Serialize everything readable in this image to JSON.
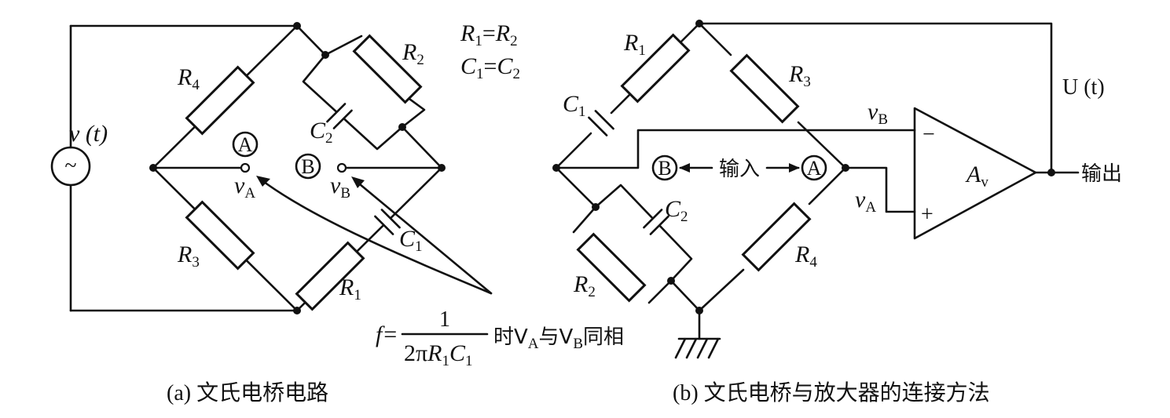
{
  "diagram_a": {
    "caption": "(a) 文氏电桥电路",
    "source": "v (t)",
    "source_symbol": "~",
    "R1": "R1",
    "R2": "R2",
    "R3": "R3",
    "R4": "R4",
    "C1": "C1",
    "C2": "C2",
    "node_A": "A",
    "node_B": "B",
    "vA": "vA",
    "vB": "vB",
    "condition_1": "R1=R2",
    "condition_2": "C1=C2",
    "formula_lhs": "f=",
    "formula_num": "1",
    "formula_den": "2πR1C1",
    "formula_rhs": "时VA与VB同相"
  },
  "diagram_b": {
    "caption": "(b) 文氏电桥与放大器的连接方法",
    "R1": "R1",
    "R2": "R2",
    "R3": "R3",
    "R4": "R4",
    "C1": "C1",
    "C2": "C2",
    "node_A": "A",
    "node_B": "B",
    "input_label": "输入",
    "vA": "vA",
    "vB": "vB",
    "amp": "Av",
    "minus": "−",
    "plus": "+",
    "feedback": "U (t)",
    "output": "输出"
  }
}
